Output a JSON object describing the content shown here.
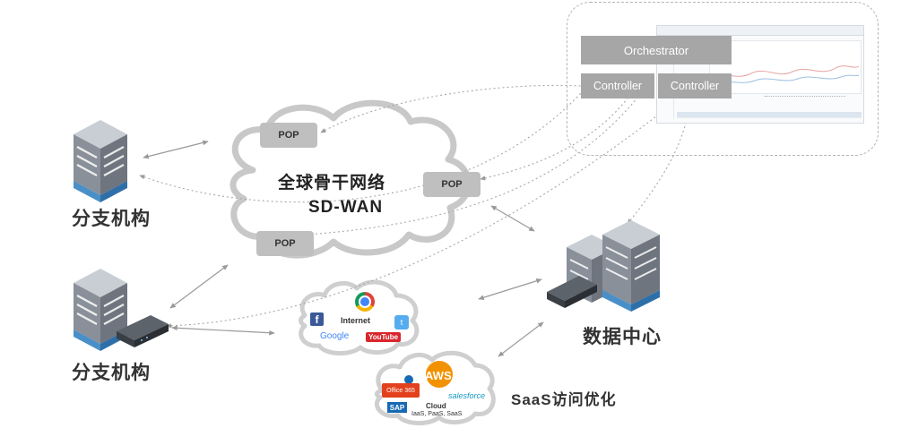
{
  "management": {
    "orchestrator_label": "Orchestrator",
    "controller_labels": [
      "Controller",
      "Controller"
    ]
  },
  "backbone": {
    "title": "全球骨干网络",
    "subtitle": "SD-WAN",
    "pop_labels": [
      "POP",
      "POP",
      "POP"
    ]
  },
  "sites": {
    "branch_top": "分支机构",
    "branch_bottom": "分支机构",
    "datacenter": "数据中心"
  },
  "internet_cloud": {
    "label": "Internet",
    "logos": [
      "Google",
      "YouTube",
      "f",
      "t"
    ]
  },
  "saas_cloud": {
    "label": "Cloud",
    "services": "IaaS, PaaS, SaaS",
    "logos": [
      "AWS",
      "Office 365",
      "salesforce",
      "SAP"
    ],
    "caption": "SaaS访问优化"
  },
  "colors": {
    "box_fill": "#a6a6a6",
    "pop_fill": "#bfbfbf",
    "building_blue": "#4a90c8",
    "building_grey": "#8a9099",
    "aws_orange": "#f29200",
    "o365_red": "#e3411e",
    "line_grey": "#9a9a9a"
  }
}
